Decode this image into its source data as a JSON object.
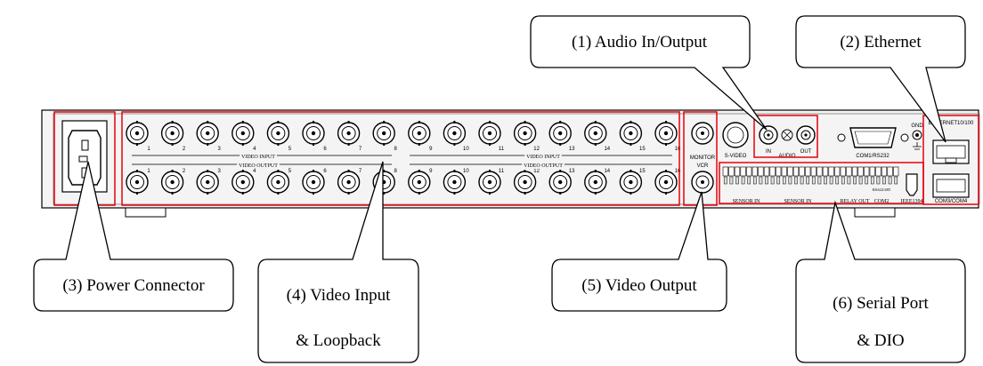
{
  "callouts": {
    "audio": "(1) Audio In/Output",
    "ethernet": "(2) Ethernet",
    "power": "(3) Power Connector",
    "video_in_1": "(4) Video Input",
    "video_in_2": "& Loopback",
    "video_out": "(5) Video Output",
    "serial_1": "(6) Serial Port",
    "serial_2": "& DIO"
  },
  "panel": {
    "video_input": "VIDEO INPUT",
    "video_output": "VIDEO OUTPUT",
    "channel_numbers": [
      "1",
      "2",
      "3",
      "4",
      "5",
      "6",
      "7",
      "8",
      "9",
      "10",
      "11",
      "12",
      "13",
      "14",
      "15",
      "16"
    ],
    "monitor": "MONITOR",
    "vcr": "VCR",
    "svideo": "S-VIDEO",
    "audio": "AUDIO",
    "audio_in": "IN",
    "audio_out": "OUT",
    "com1": "COM1/RS232",
    "gnd": "GND",
    "ethernet": "ETHERNET10/100",
    "sensor_in": "SENSOR IN",
    "relay_out": "RELAY OUT",
    "com2": "COM2",
    "com2_sub": "RS422/485",
    "ieee": "IEEE1394",
    "com3": "COM3/COM4"
  },
  "colors": {
    "highlight": "#e8000b",
    "line": "#000000",
    "panel": "#f2f2f2"
  }
}
